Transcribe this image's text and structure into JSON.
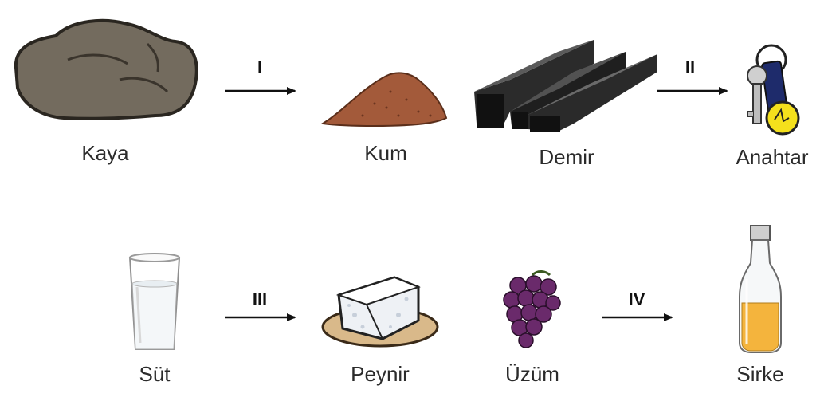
{
  "row1": {
    "items": [
      {
        "label": "Kaya"
      },
      {
        "label": "Kum"
      },
      {
        "label": "Demir"
      },
      {
        "label": "Anahtar"
      }
    ],
    "arrows": [
      {
        "label": "I"
      },
      {
        "label": "II"
      }
    ]
  },
  "row2": {
    "items": [
      {
        "label": "Süt"
      },
      {
        "label": "Peynir"
      },
      {
        "label": "Üzüm"
      },
      {
        "label": "Sirke"
      }
    ],
    "arrows": [
      {
        "label": "III"
      },
      {
        "label": "IV"
      }
    ]
  }
}
